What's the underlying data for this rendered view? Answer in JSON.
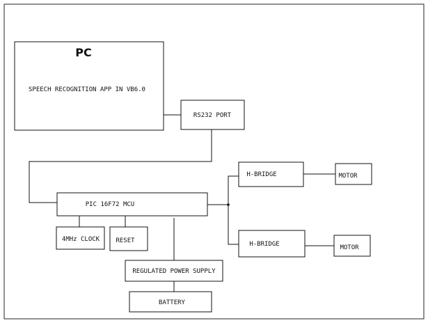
{
  "blocks": {
    "pc": {
      "title": "PC",
      "subtitle": "SPEECH RECOGNITION APP IN VB6.0"
    },
    "rs232": {
      "label": "RS232 PORT"
    },
    "mcu": {
      "label": "PIC 16F72 MCU"
    },
    "clock": {
      "label": "4MHz CLOCK"
    },
    "reset": {
      "label": "RESET"
    },
    "power_supply": {
      "label": "REGULATED POWER SUPPLY"
    },
    "battery": {
      "label": "BATTERY"
    },
    "hbridge_top": {
      "label": "H-BRIDGE"
    },
    "hbridge_bottom": {
      "label": "H-BRIDGE"
    },
    "motor_top": {
      "label": "MOTOR"
    },
    "motor_bottom": {
      "label": "MOTOR"
    }
  }
}
